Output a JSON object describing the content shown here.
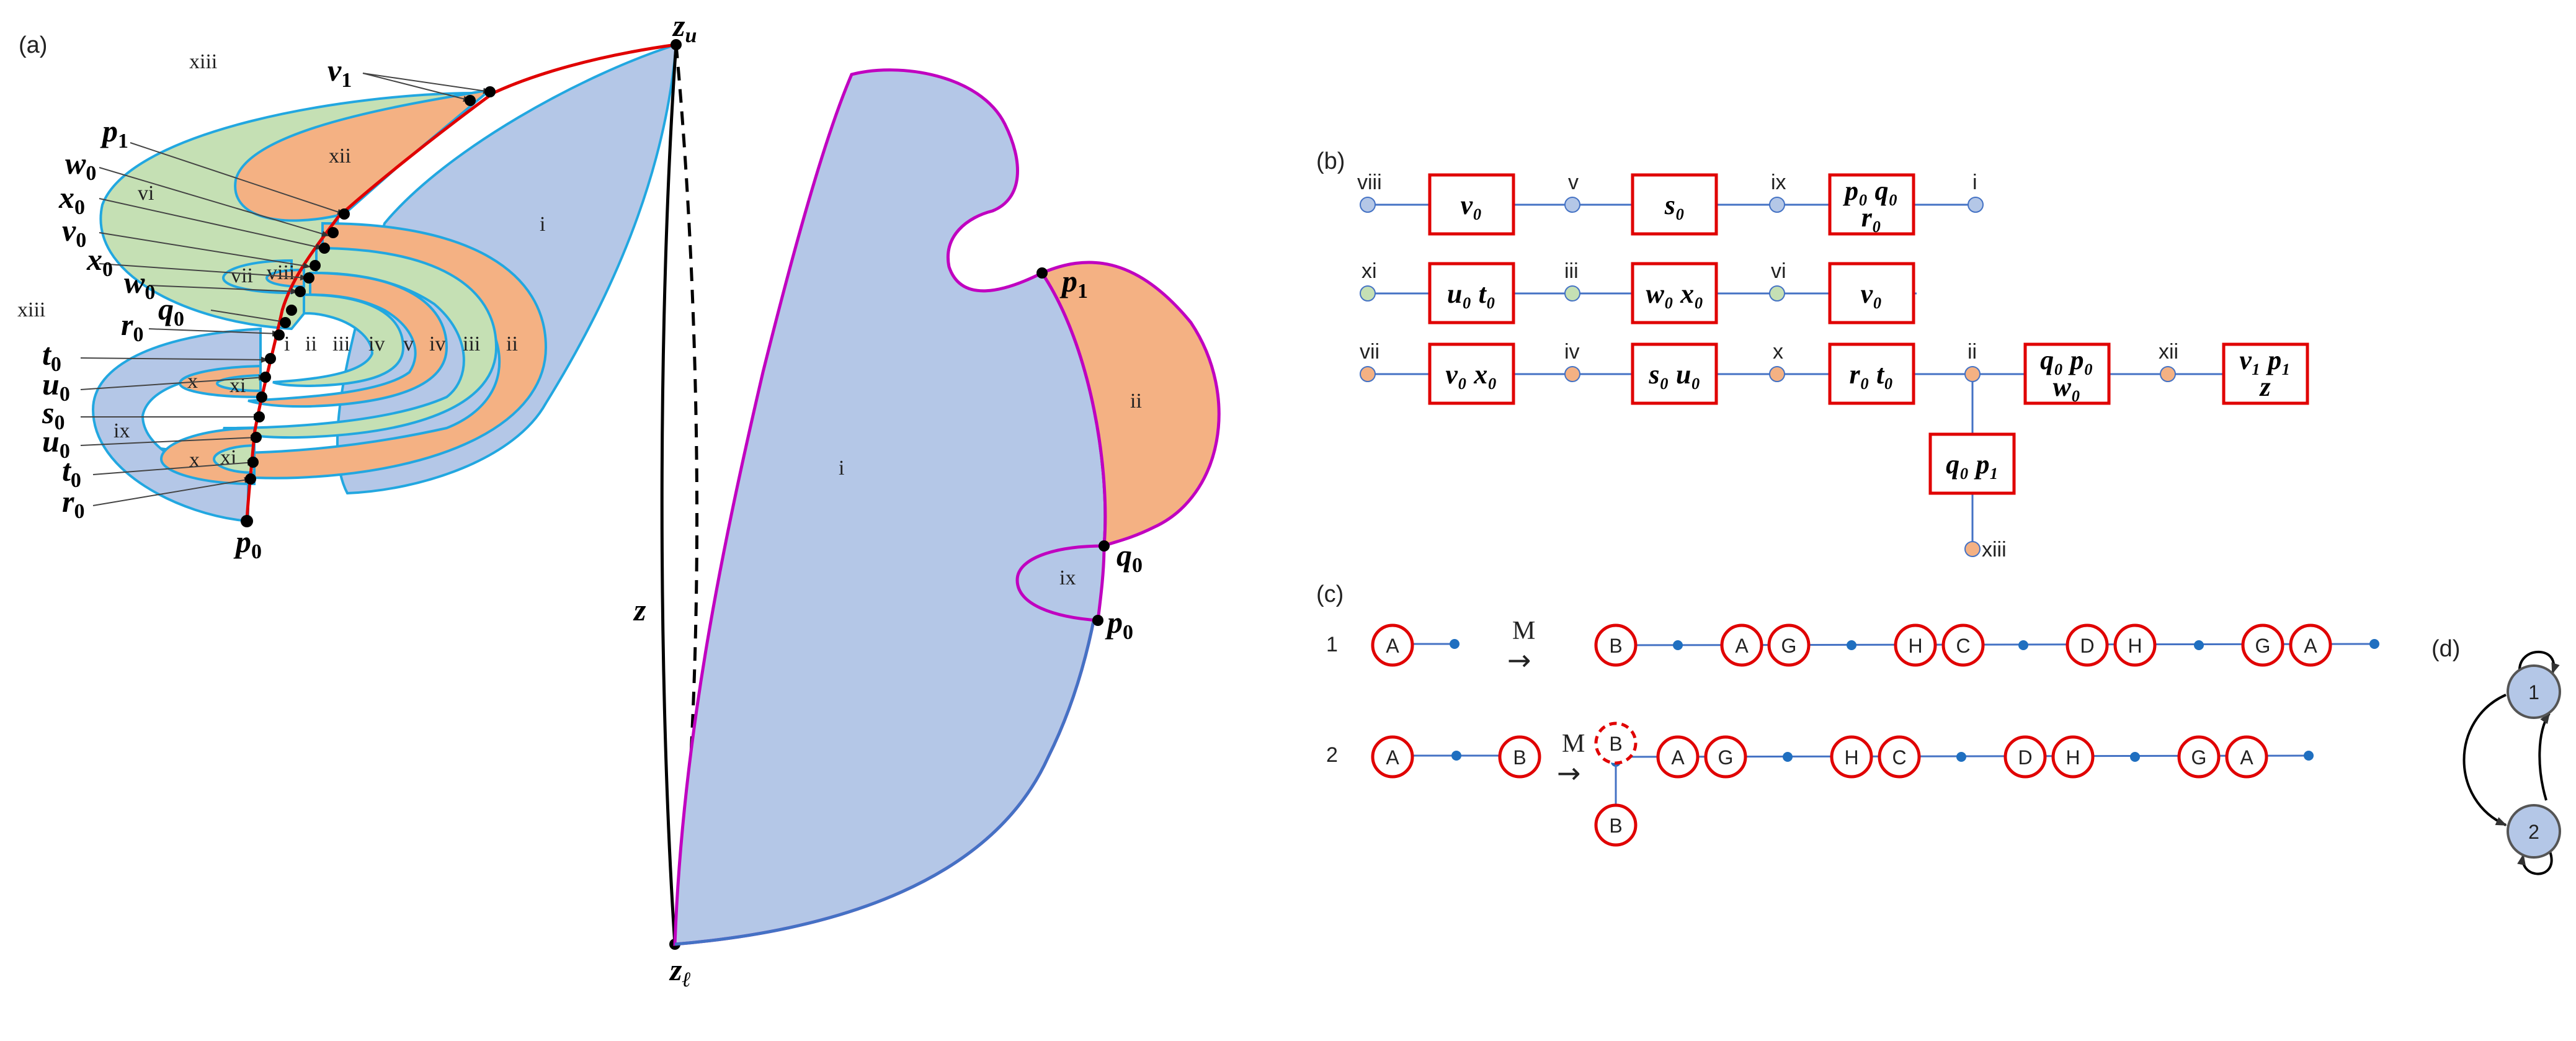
{
  "panel_labels": {
    "a": "(a)",
    "b": "(b)",
    "c": "(c)",
    "d": "(d)"
  },
  "panel_a": {
    "region_labels": {
      "xiii_top": "xiii",
      "xiii_left": "xiii",
      "xii": "xii",
      "i": "i",
      "vi": "vi",
      "vii": "vii",
      "viii": "viii",
      "i_small": "i",
      "ii_1": "ii",
      "iii_1": "iii",
      "iv_1": "iv",
      "v": "v",
      "iv_2": "iv",
      "iii_2": "iii",
      "ii_2": "ii",
      "x_1": "x",
      "xi_1": "xi",
      "ix": "ix",
      "x_2": "x",
      "xi_2": "xi"
    },
    "point_labels": {
      "v1": "v",
      "v1_sub": "1",
      "p1": "p",
      "p1_sub": "1",
      "w0a": "w",
      "w0a_sub": "0",
      "x0a": "x",
      "x0a_sub": "0",
      "v0": "v",
      "v0_sub": "0",
      "x0b": "x",
      "x0b_sub": "0",
      "w0b": "w",
      "w0b_sub": "0",
      "q0": "q",
      "q0_sub": "0",
      "r0a": "r",
      "r0a_sub": "0",
      "t0a": "t",
      "t0a_sub": "0",
      "u0a": "u",
      "u0a_sub": "0",
      "s0": "s",
      "s0_sub": "0",
      "u0b": "u",
      "u0b_sub": "0",
      "t0b": "t",
      "t0b_sub": "0",
      "r0b": "r",
      "r0b_sub": "0",
      "p0": "p",
      "p0_sub": "0",
      "zu": "z",
      "zu_sub": "u",
      "zl": "z",
      "zl_sub": "ℓ",
      "z": "z"
    },
    "right_shape": {
      "i": "i",
      "ii": "ii",
      "ix": "ix",
      "p1": "p",
      "p1_sub": "1",
      "q0": "q",
      "q0_sub": "0",
      "p0": "p",
      "p0_sub": "0"
    }
  },
  "panel_b": {
    "row1": {
      "n1": "viii",
      "box1": "v₀",
      "n2": "v",
      "box2": "s₀",
      "n3": "ix",
      "box3_l1": "p₀ q₀",
      "box3_l2": "r₀",
      "n4": "i"
    },
    "row2": {
      "n1": "xi",
      "box1": "u₀ t₀",
      "n2": "iii",
      "box2": "w₀ x₀",
      "n3": "vi",
      "box3": "v₀"
    },
    "row3": {
      "n1": "vii",
      "box1": "v₀ x₀",
      "n2": "iv",
      "box2": "s₀ u₀",
      "n3": "x",
      "box3": "r₀ t₀",
      "n4": "ii",
      "box4_l1": "q₀ p₀",
      "box4_l2": "w₀",
      "n5": "xii",
      "box5_l1": "v₁ p₁",
      "box5_l2": "z",
      "box_down": "q₀ p₁",
      "n_down": "xiii"
    },
    "colors": {
      "blue_node": "#b4c7e7",
      "green_node": "#c5e0b4",
      "orange_node": "#f4b183",
      "box_border": "#e00000",
      "line": "#4472c4"
    }
  },
  "panel_c": {
    "row1": {
      "index": "1",
      "left": [
        "A"
      ],
      "map": "M",
      "arrow": "→",
      "right": [
        "B",
        "A",
        "G",
        "H",
        "C",
        "D",
        "H",
        "G",
        "A"
      ]
    },
    "row2": {
      "index": "2",
      "left": [
        "A",
        "B"
      ],
      "map": "M",
      "arrow": "→",
      "branch_top": "B",
      "branch_bottom": "B",
      "right": [
        "A",
        "G",
        "H",
        "C",
        "D",
        "H",
        "G",
        "A"
      ]
    }
  },
  "panel_d": {
    "nodes": [
      "1",
      "2"
    ],
    "node_color": "#b4c7e7"
  }
}
